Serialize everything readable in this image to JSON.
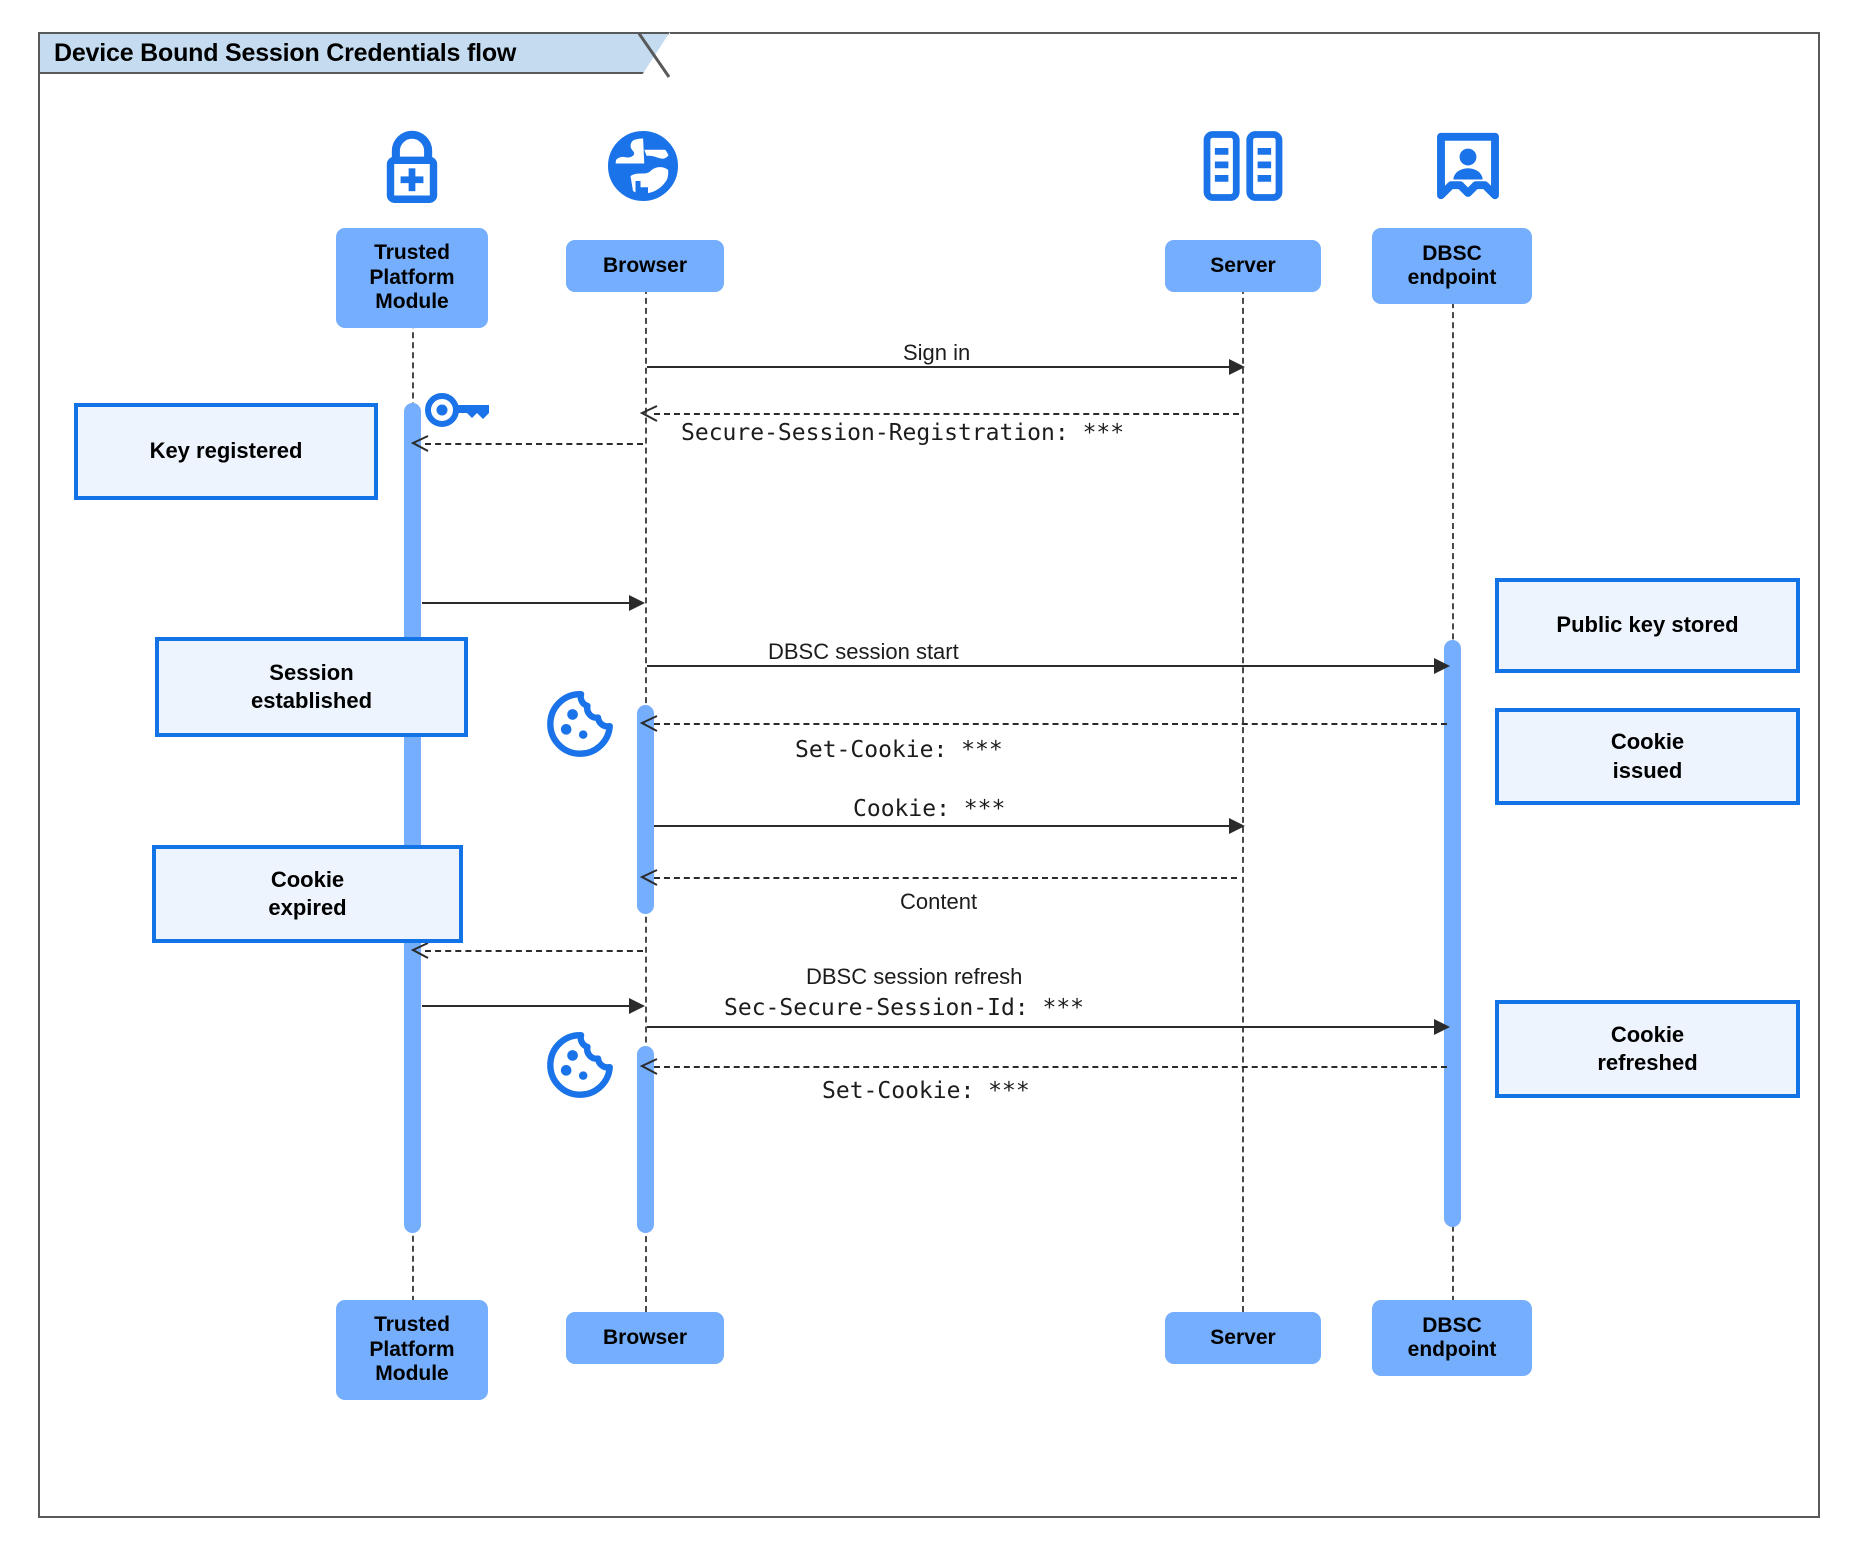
{
  "frame": {
    "title": "Device Bound Session Credentials flow"
  },
  "colors": {
    "participant_fill": "#74aefc",
    "note_fill": "#eef4fd",
    "note_border": "#1273e6",
    "icon_blue": "#1a73e8",
    "frame_tab_fill": "#c5dcf0",
    "frame_border": "#58595b",
    "line": "#2b2b2b"
  },
  "participants": [
    {
      "id": "tpm",
      "label": "Trusted\nPlatform\nModule",
      "icon": "padlock-plus-icon"
    },
    {
      "id": "browser",
      "label": "Browser",
      "icon": "globe-icon"
    },
    {
      "id": "server",
      "label": "Server",
      "icon": "server-racks-icon"
    },
    {
      "id": "dbsc",
      "label": "DBSC\nendpoint",
      "icon": "id-badge-icon"
    }
  ],
  "participants_bottom": [
    {
      "id": "tpm",
      "label": "Trusted\nPlatform\nModule"
    },
    {
      "id": "browser",
      "label": "Browser"
    },
    {
      "id": "server",
      "label": "Server"
    },
    {
      "id": "dbsc",
      "label": "DBSC\nendpoint"
    }
  ],
  "messages": [
    {
      "id": "m1",
      "label": "Sign in",
      "style": "solid",
      "mono": false,
      "from": "browser",
      "to": "server"
    },
    {
      "id": "m2",
      "label": "Secure-Session-Registration: ***",
      "style": "dashed",
      "mono": true,
      "from": "server",
      "to": "browser"
    },
    {
      "id": "m3",
      "label": "",
      "style": "dashed",
      "mono": true,
      "from": "browser",
      "to": "tpm"
    },
    {
      "id": "m4",
      "label": "",
      "style": "solid",
      "mono": false,
      "from": "tpm",
      "to": "browser"
    },
    {
      "id": "m5",
      "label": "DBSC session start",
      "style": "solid",
      "mono": false,
      "from": "browser",
      "to": "dbsc"
    },
    {
      "id": "m6",
      "label": "Set-Cookie: ***",
      "style": "dashed",
      "mono": true,
      "from": "dbsc",
      "to": "browser"
    },
    {
      "id": "m7",
      "label": "Cookie: ***",
      "style": "solid",
      "mono": true,
      "from": "browser",
      "to": "server"
    },
    {
      "id": "m8",
      "label": "Content",
      "style": "dashed",
      "mono": false,
      "from": "server",
      "to": "browser"
    },
    {
      "id": "m9",
      "label": "",
      "style": "dashed",
      "mono": false,
      "from": "browser",
      "to": "tpm"
    },
    {
      "id": "m10",
      "label": "",
      "style": "solid",
      "mono": false,
      "from": "tpm",
      "to": "browser"
    },
    {
      "id": "m11",
      "label_line1": "DBSC session refresh",
      "label_line2": "Sec-Secure-Session-Id: ***",
      "style": "solid",
      "mono": false,
      "from": "browser",
      "to": "dbsc"
    },
    {
      "id": "m12",
      "label": "Set-Cookie: ***",
      "style": "dashed",
      "mono": true,
      "from": "dbsc",
      "to": "browser"
    }
  ],
  "notes": [
    {
      "id": "n1",
      "text": "Key registered",
      "side": "left",
      "icon": null
    },
    {
      "id": "n2",
      "text": "Session\nestablished",
      "side": "left",
      "icon": null
    },
    {
      "id": "n3",
      "text": "Cookie\nexpired",
      "side": "left",
      "icon": null
    },
    {
      "id": "n4",
      "text": "Public key stored",
      "side": "right",
      "icon": null
    },
    {
      "id": "n5",
      "text": "Cookie\nissued",
      "side": "right",
      "icon": null
    },
    {
      "id": "n6",
      "text": "Cookie\nrefreshed",
      "side": "right",
      "icon": null
    }
  ],
  "inline_icons": [
    {
      "id": "i1",
      "name": "key-icon",
      "near": "tpm"
    },
    {
      "id": "i2",
      "name": "cookie-icon",
      "near": "browser"
    },
    {
      "id": "i3",
      "name": "cookie-icon",
      "near": "browser"
    }
  ]
}
